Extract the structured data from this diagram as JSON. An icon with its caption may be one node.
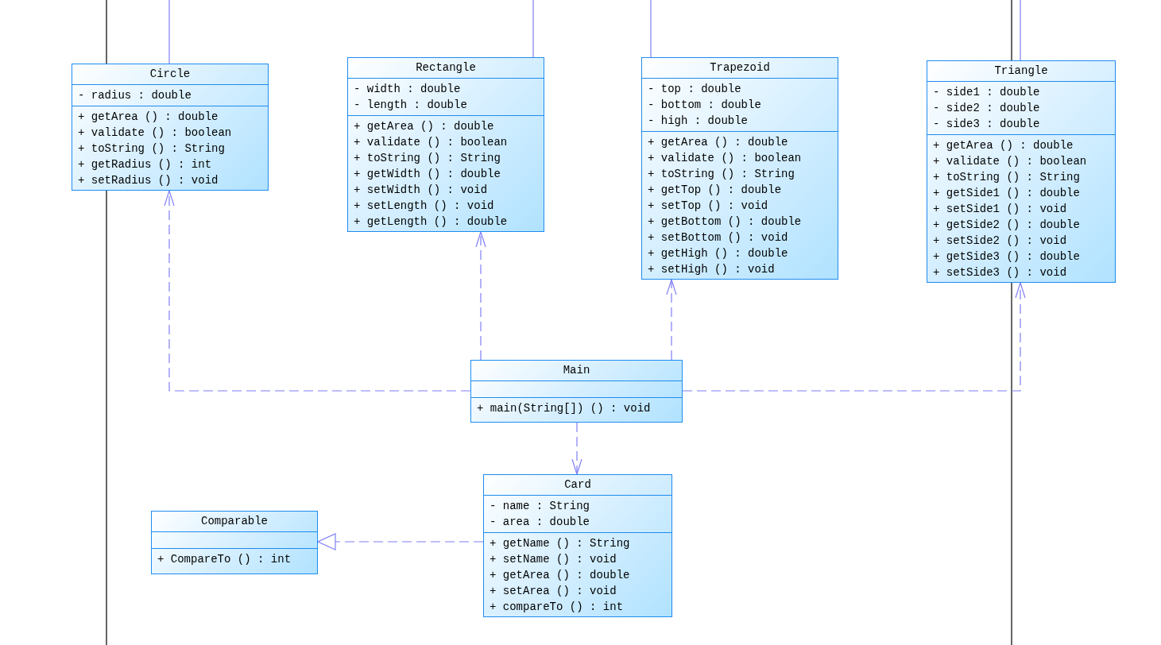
{
  "diagram": {
    "nodes": [
      {
        "text": [
          "Circle",
          "- radius : double",
          "+ getArea () : double",
          "+ validate () : boolean",
          "+ toString () : String",
          "+ getRadius () : int",
          "+ setRadius () : void"
        ]
      },
      {
        "text": [
          "Rectangle",
          "- width : double",
          "- length : double",
          "+ getArea () : double",
          "+ validate () : boolean",
          "+ toString () : String",
          "+ getWidth () : double",
          "+ setWidth () : void",
          "+ setLength () : void",
          "+ getLength () : double"
        ]
      },
      {
        "text": [
          "Trapezoid",
          "- top : double",
          "- bottom : double",
          "- high : double",
          "+ getArea () : double",
          "+ validate () : boolean",
          "+ toString () : String",
          "+ getTop () : double",
          "+ setTop () : void",
          "+ getBottom () : double",
          "+ setBottom () : void",
          "+ getHigh () : double",
          "+ setHigh () : void"
        ]
      },
      {
        "text": [
          "Triangle",
          "- side1 : double",
          "- side2 : double",
          "- side3 : double",
          "+ getArea () : double",
          "+ validate () : boolean",
          "+ toString () : String",
          "+ getSide1 () : double",
          "+ setSide1 () : void",
          "+ getSide2 () : double",
          "+ setSide2 () : void",
          "+ getSide3 () : double",
          "+ setSide3 () : void"
        ]
      },
      {
        "text": [
          "Main",
          "+ main(String[]) () : void"
        ]
      },
      {
        "text": [
          "Comparable",
          "+ CompareTo () : int"
        ]
      },
      {
        "text": [
          "Card",
          "- name : String",
          "- area : double",
          "+ getName () : String",
          "+ setName () : void",
          "+ getArea () : double",
          "+ setArea () : void",
          "+ compareTo () : int"
        ]
      }
    ],
    "edges": [
      {
        "from": 4,
        "to": 0,
        "arrow": "to",
        "style": "dashed"
      },
      {
        "from": 4,
        "to": 1,
        "arrow": "to",
        "style": "dashed"
      },
      {
        "from": 4,
        "to": 2,
        "arrow": "to",
        "style": "dashed"
      },
      {
        "from": 4,
        "to": 3,
        "arrow": "to",
        "style": "dashed"
      },
      {
        "from": 4,
        "to": 6,
        "arrow": "to",
        "style": "dashed"
      },
      {
        "from": 6,
        "to": 5,
        "arrow": "to",
        "style": "dashed"
      },
      {
        "from": null,
        "to": 0,
        "arrow": "none"
      },
      {
        "from": null,
        "to": 1,
        "arrow": "none"
      },
      {
        "from": null,
        "to": 2,
        "arrow": "none"
      },
      {
        "from": null,
        "to": 3,
        "arrow": "none"
      }
    ]
  }
}
